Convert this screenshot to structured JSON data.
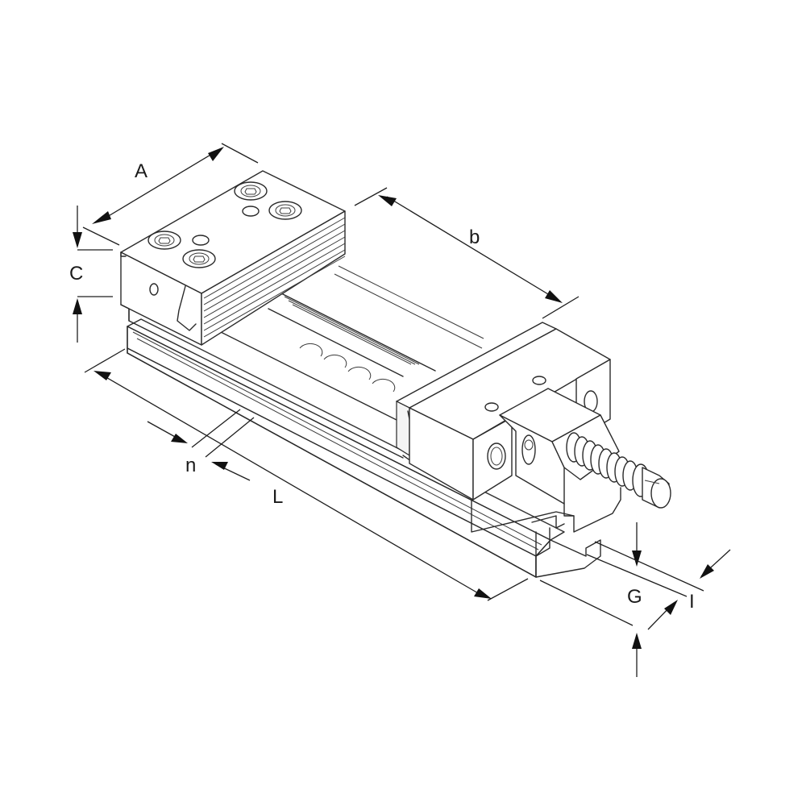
{
  "diagram": {
    "subject": "Machine vise (isometric line drawing)",
    "line_color": "#2a2a2a",
    "background": "#ffffff",
    "dimensions": {
      "A": "A",
      "b": "b",
      "C": "C",
      "L": "L",
      "n": "n",
      "G": "G",
      "I": "I"
    },
    "components": [
      "fixed-jaw",
      "movable-jaw",
      "base-rail",
      "spindle-screw",
      "hex-drive-end",
      "serrated-jaw-plate",
      "socket-head-cap-screws"
    ]
  }
}
